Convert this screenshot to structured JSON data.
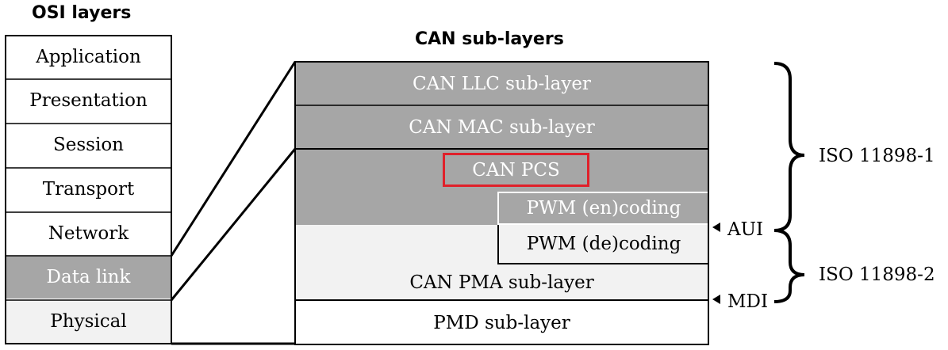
{
  "osi": {
    "title": "OSI layers",
    "layers": [
      "Application",
      "Presentation",
      "Session",
      "Transport",
      "Network",
      "Data link",
      "Physical"
    ]
  },
  "can": {
    "title": "CAN sub-layers",
    "llc": "CAN LLC sub-layer",
    "mac": "CAN MAC sub-layer",
    "pcs": "CAN PCS",
    "pwm_en": "PWM (en)coding",
    "pwm_de": "PWM (de)coding",
    "pma": "CAN PMA sub-layer",
    "pmd": "PMD sub-layer"
  },
  "interfaces": {
    "aui": "AUI",
    "mdi": "MDI"
  },
  "standards": {
    "iso1": "ISO 11898-1",
    "iso2": "ISO 11898-2"
  },
  "colors": {
    "dark_fill": "#a6a6a6",
    "light_fill": "#f2f2f2",
    "highlight": "#e0202a"
  }
}
